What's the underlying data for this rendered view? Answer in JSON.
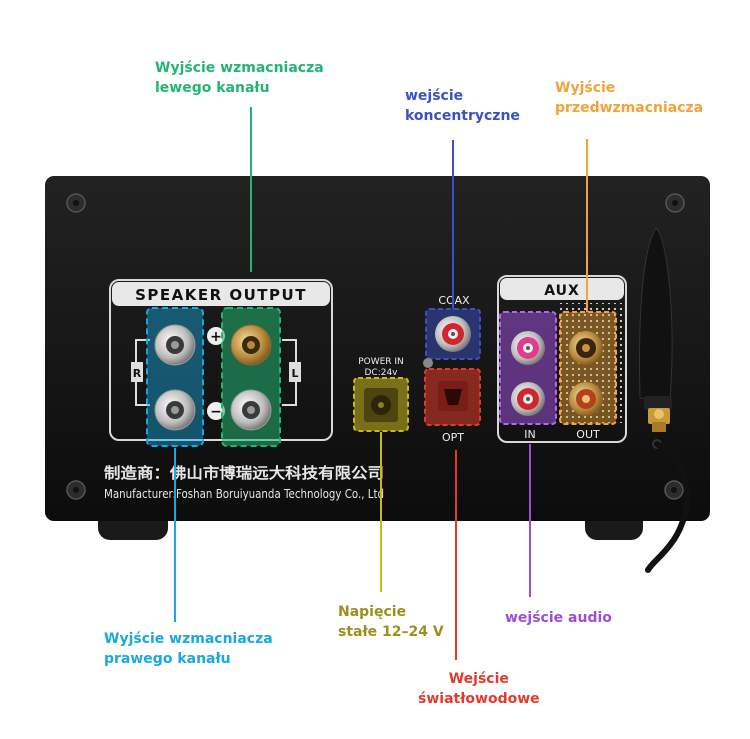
{
  "panel": {
    "speaker_title": "SPEAKER OUTPUT",
    "channel_r": "R",
    "channel_l": "L",
    "plus_sign": "+",
    "minus_sign": "−",
    "coax_label": "COAX",
    "opt_label": "OPT",
    "power_label_line1": "POWER IN",
    "power_label_line2": "DC:24v",
    "aux_label": "AUX",
    "aux_in_label": "IN",
    "aux_out_label": "OUT",
    "manufacturer_cn": "制造商：佛山市博瑞远大科技有限公司",
    "manufacturer_en": "Manufacturer:Foshan Boruiyuanda Technology Co., Ltd"
  },
  "callouts": {
    "left_channel": [
      "Wyjście wzmacniacza",
      "lewego kanału"
    ],
    "coax_input": [
      "wejście",
      "koncentryczne"
    ],
    "preamp_output": [
      "Wyjście",
      "przedwzmacniacza"
    ],
    "right_channel": [
      "Wyjście wzmacniacza",
      "prawego kanału"
    ],
    "dc_voltage": [
      "Napięcie",
      "stałe 12–24 V"
    ],
    "audio_input": [
      "wejście audio"
    ],
    "optical_input": [
      "Wejście",
      "światłowodowe"
    ]
  },
  "colors": {
    "green": "#22b573",
    "blue": "#3b50c4",
    "orange": "#f2a33a",
    "cyan": "#19a8e0",
    "olive": "#9c8f1c",
    "purple": "#9a4fd6",
    "red": "#e43a2c",
    "chassis": "#141414"
  }
}
